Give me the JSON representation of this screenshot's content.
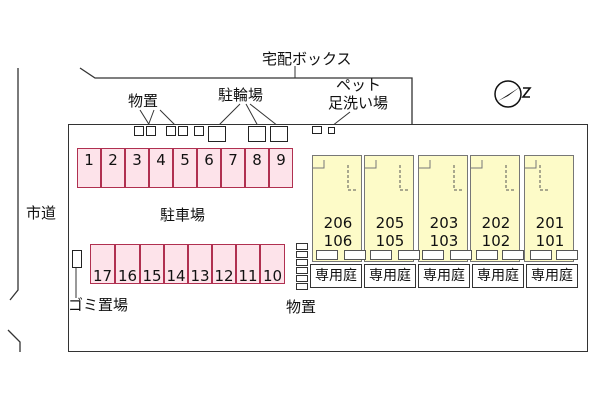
{
  "labels": {
    "delivery_box": "宅配ボックス",
    "pet_line1": "ペット",
    "pet_line2": "足洗い場",
    "storage_top": "物置",
    "bicycle_parking": "駐輪場",
    "city_road": "市道",
    "parking_lot": "駐車場",
    "garbage": "ゴミ置場",
    "storage_bottom": "物置"
  },
  "parking_top": [
    "1",
    "2",
    "3",
    "4",
    "5",
    "6",
    "7",
    "8",
    "9"
  ],
  "parking_bottom": [
    "17",
    "16",
    "15",
    "14",
    "13",
    "12",
    "11",
    "10"
  ],
  "units": [
    {
      "upper": "206",
      "lower": "106"
    },
    {
      "upper": "205",
      "lower": "105"
    },
    {
      "upper": "203",
      "lower": "103"
    },
    {
      "upper": "202",
      "lower": "102"
    },
    {
      "upper": "201",
      "lower": "101"
    }
  ],
  "private_garden": [
    "専用庭",
    "専用庭",
    "専用庭",
    "専用庭",
    "専用庭"
  ],
  "colors": {
    "parking_fill": "#fde3ea",
    "parking_border": "#b03050",
    "unit_fill": "#fdfbc8"
  },
  "north_icon": "compass-north-icon"
}
